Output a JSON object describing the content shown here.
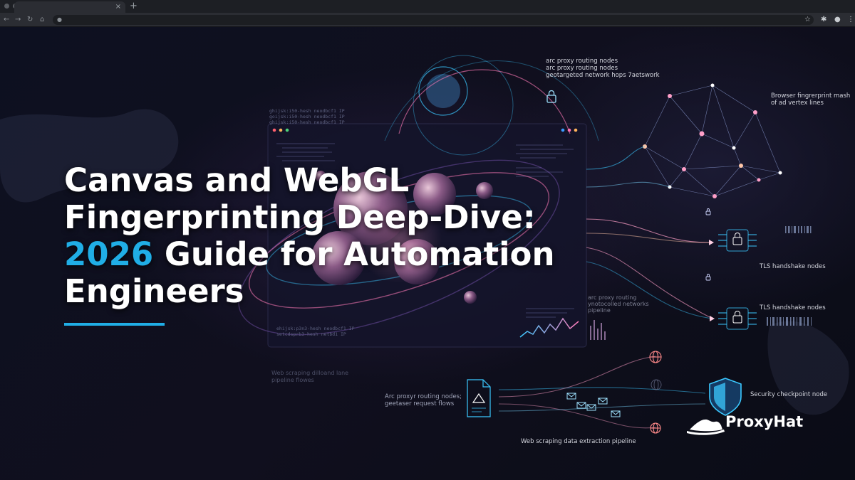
{
  "browser": {
    "tab_close": "×",
    "new_tab": "+",
    "icons": [
      "back-icon",
      "forward-icon",
      "reload-icon",
      "home-icon",
      "star-icon",
      "extensions-icon",
      "profile-icon",
      "menu-icon"
    ]
  },
  "hero": {
    "title_line1": "Canvas and WebGL",
    "title_line2": "Fingerprinting Deep-Dive:",
    "title_accent": "2026",
    "title_line3_rest": " Guide for Automation",
    "title_line4": "Engineers",
    "accent_color": "#20aee6"
  },
  "labels": {
    "routing_top_1": "arc proxy routing nodes",
    "routing_top_2": "arc proxy routing nodes",
    "routing_top_3": "geotargeted network hops 7aetswork",
    "fingerprint_1": "Browser fingrerprint mash",
    "fingerprint_2": "of ad vertex lines",
    "tls_1": "TLS handshake nodes",
    "tls_2": "TLS handshake nodes",
    "security": "Security checkpoint node",
    "pipeline": "Web scraping data extraction pipeline",
    "routing_bottom_1": "Arc proxyr routing nodes;",
    "routing_bottom_2": "geetaser request flows",
    "mid_1": "arc proxy routing",
    "mid_2": "ynotocolled networks",
    "mid_3": "pipeline",
    "faint_1": "Web scraping dilloand lane",
    "faint_2": "pipeline flowes"
  },
  "code_snippets": {
    "left_top": "ghijsk:i50-hesh neodbcf1 IP\ngoijsk:i50-hesh neodbcf1 IP\nghijsk:i50-hesh neodbcf1 IP",
    "left_bottom": "ehijsk:p3n3-hesh neodbcf1 IP\nsetcdsprb3-hesh netbd1 IP"
  },
  "brand": {
    "name": "ProxyHat"
  }
}
